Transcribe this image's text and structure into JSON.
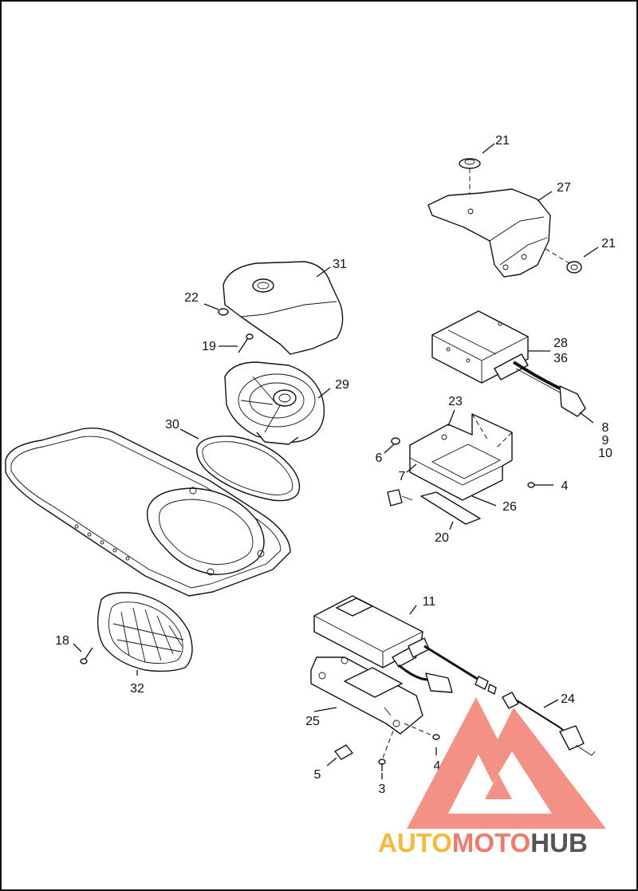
{
  "callouts": {
    "c21a": "21",
    "c21b": "21",
    "c27": "27",
    "c31": "31",
    "c22": "22",
    "c19": "19",
    "c29": "29",
    "c28": "28",
    "c36": "36",
    "c30": "30",
    "c23": "23",
    "c8": "8",
    "c9": "9",
    "c10": "10",
    "c6": "6",
    "c7": "7",
    "c4a": "4",
    "c26": "26",
    "c20": "20",
    "c11": "11",
    "c18": "18",
    "c32": "32",
    "c24": "24",
    "c25": "25",
    "c4b": "4",
    "c5": "5",
    "c3": "3"
  },
  "watermark": {
    "part1": "AUTO",
    "part2": "MOTO",
    "part3": "HUB",
    "colors": {
      "primary": "#f07a6a",
      "accent": "#f5b93c",
      "dark": "#555555"
    }
  },
  "icons": {
    "logo": "triangle-mountain-logo"
  }
}
